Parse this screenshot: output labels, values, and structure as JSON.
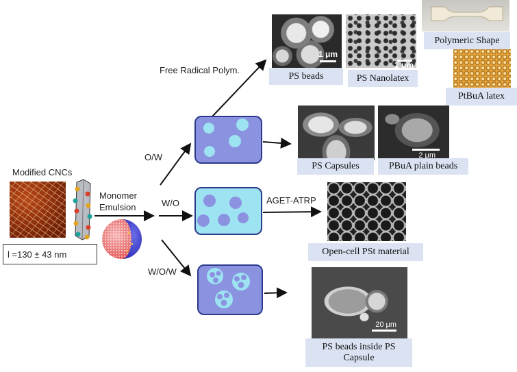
{
  "left": {
    "title": "Modified CNCs",
    "length_label": "l =130 ± 43 nm"
  },
  "mid": {
    "monomer_line1": "Monomer",
    "monomer_line2": "Emulsion"
  },
  "routes": {
    "free_radical": "Free Radical Polym.",
    "ow": "O/W",
    "wo": "W/O",
    "wow": "W/O/W",
    "aget": "AGET-ATRP"
  },
  "products": {
    "ps_beads": "PS beads",
    "ps_nanolatex": "PS Nanolatex",
    "polymeric_shape": "Polymeric Shape",
    "ptbua_latex": "PtBuA latex",
    "ps_capsules": "PS Capsules",
    "pbua_beads": "PBuA plain beads",
    "open_cell": "Open-cell PSt material",
    "ps_inside_line1": "PS beads inside PS",
    "ps_inside_line2": "Capsule"
  },
  "scales": {
    "beads": "1 μm",
    "nanolatex": "1 μm",
    "pbua": "2 μm",
    "inside": "20 μm"
  },
  "colors": {
    "emulsion_box": "#8b93e0",
    "droplet_light": "#9ee3f2",
    "droplet_dark": "#8b93e0",
    "caption_bg": "#dbe3f3"
  }
}
